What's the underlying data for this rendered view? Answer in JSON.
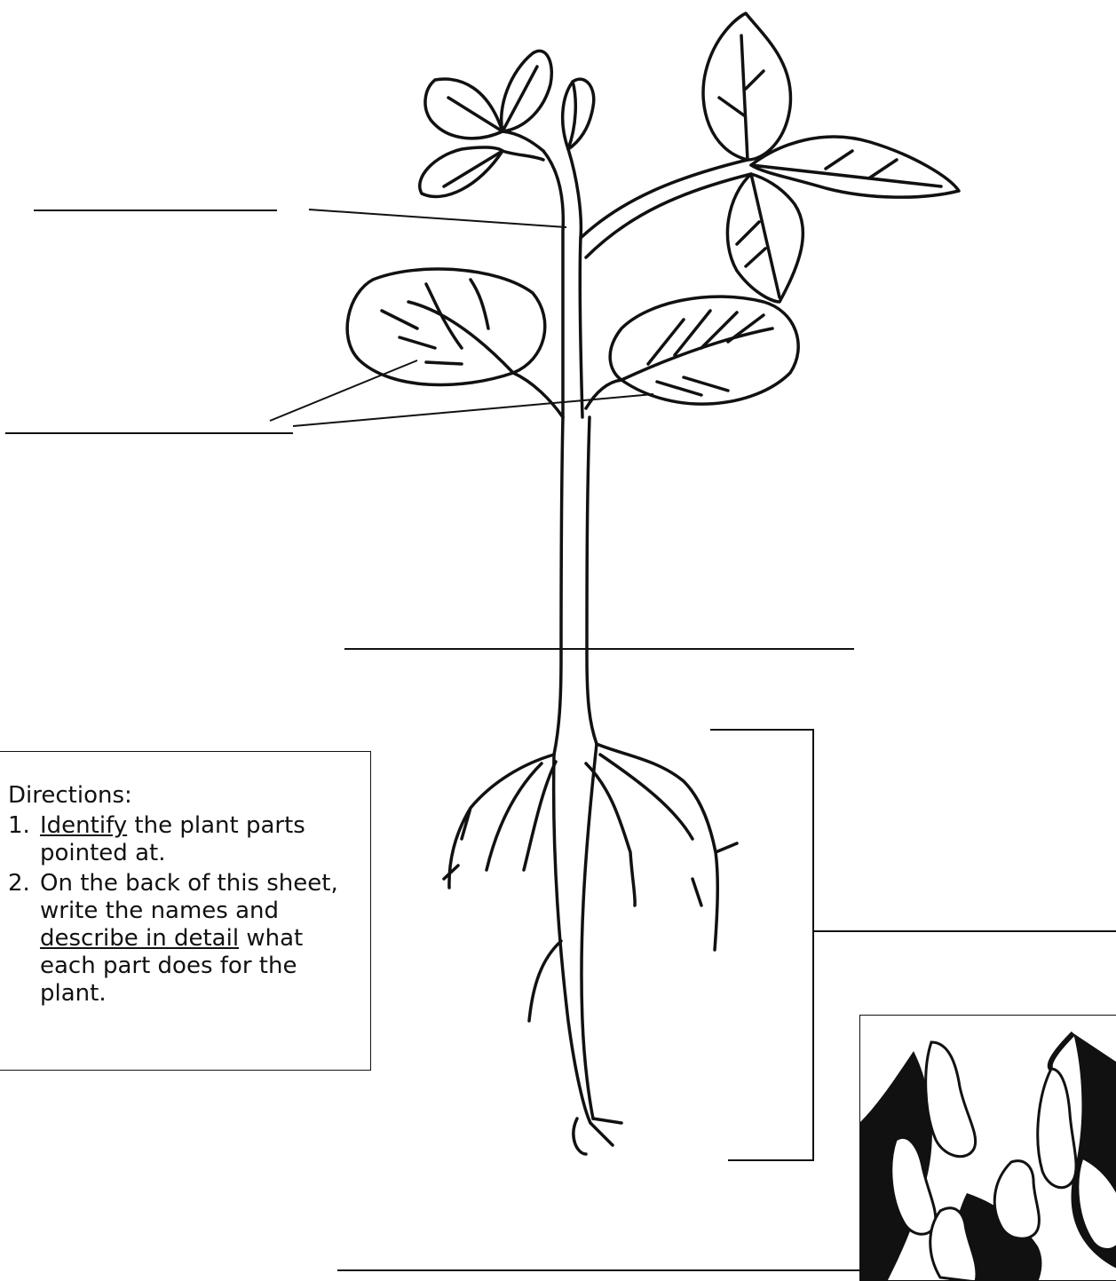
{
  "directions": {
    "heading": "Directions:",
    "steps": [
      {
        "number": "1.",
        "emphasis": "Identify",
        "text": " the plant parts pointed at."
      },
      {
        "number": "2.",
        "before": "On the back of this sheet, write the names and ",
        "emphasis": "describe in detail",
        "after": " what each part does for the plant."
      }
    ]
  },
  "label_blanks": [
    {
      "target": "leaf-node",
      "answer": ""
    },
    {
      "target": "leaves",
      "answer": ""
    },
    {
      "target": "stem",
      "answer": ""
    },
    {
      "target": "roots",
      "answer": ""
    }
  ],
  "icons": [
    "plant-illustration",
    "bean-pods-illustration"
  ]
}
